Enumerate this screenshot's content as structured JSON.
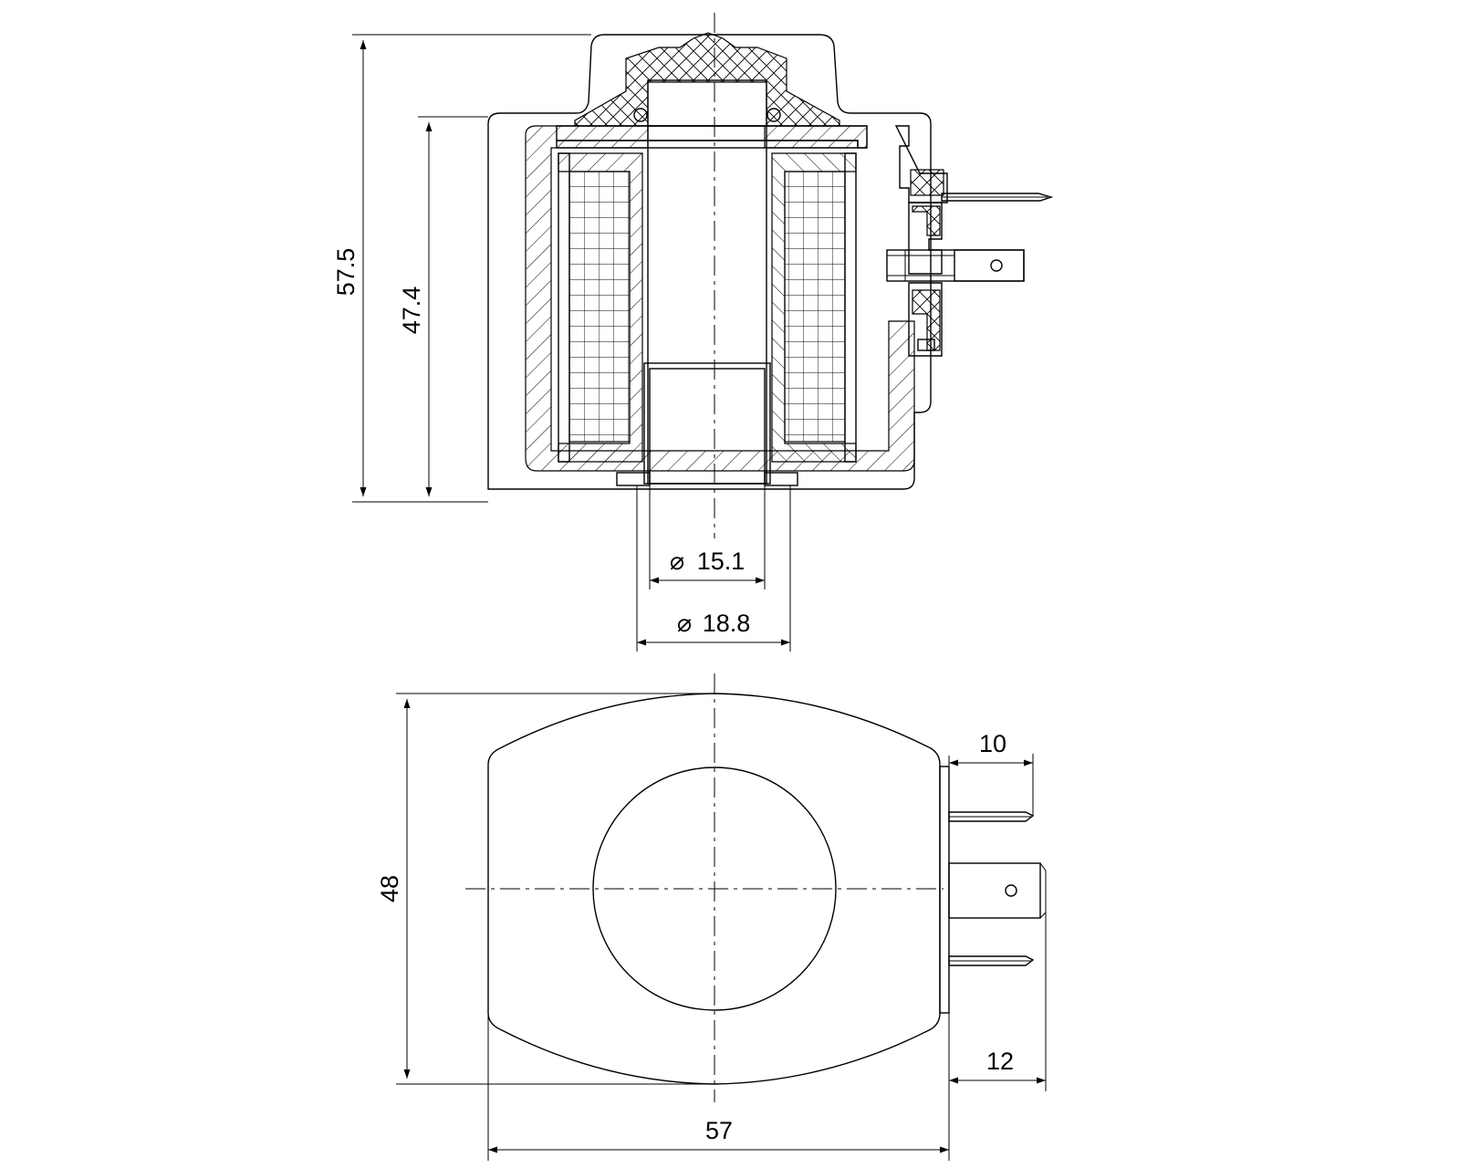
{
  "drawing": {
    "section_view": {
      "dims": {
        "overall_height": "57.5",
        "body_height": "47.4",
        "inner_diameter": "15.1",
        "outer_diameter": "18.8"
      }
    },
    "top_view": {
      "dims": {
        "depth": "48",
        "width": "57",
        "terminal_length": "10",
        "terminal_reach": "12"
      }
    },
    "diameter_symbol": "⌀"
  }
}
